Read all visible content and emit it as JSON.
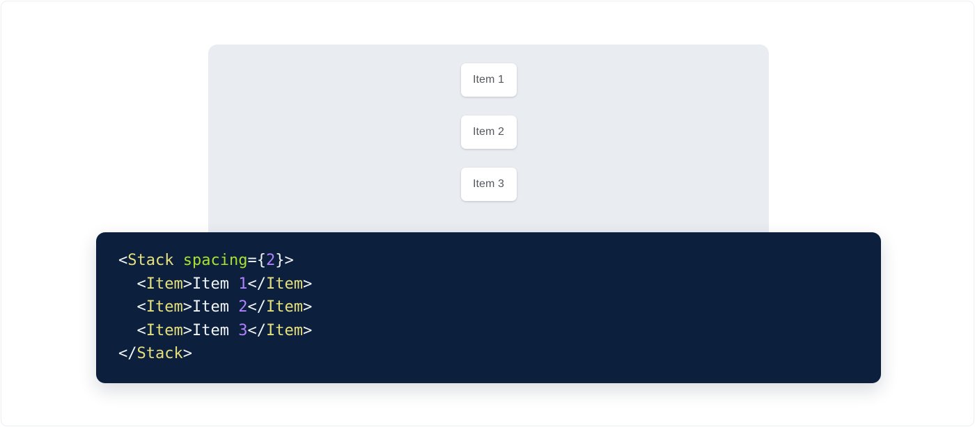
{
  "preview": {
    "panel_name": "stack-preview-panel",
    "background_color": "#e9ecf1",
    "items": [
      {
        "label": "Item 1"
      },
      {
        "label": "Item 2"
      },
      {
        "label": "Item 3"
      }
    ]
  },
  "code": {
    "language": "jsx",
    "background_color": "#0c1f3d",
    "colors": {
      "punctuation": "#f2f5f8",
      "tag": "#e6e07c",
      "attribute": "#a6e22e",
      "number": "#ae81ff",
      "text": "#f2f5f8"
    },
    "lines": [
      {
        "indent": "",
        "tokens": [
          {
            "t": "<",
            "k": "punct"
          },
          {
            "t": "Stack",
            "k": "tag"
          },
          {
            "t": " ",
            "k": "punct"
          },
          {
            "t": "spacing",
            "k": "attr"
          },
          {
            "t": "={",
            "k": "punct"
          },
          {
            "t": "2",
            "k": "num"
          },
          {
            "t": "}>",
            "k": "punct"
          }
        ]
      },
      {
        "indent": "  ",
        "tokens": [
          {
            "t": "<",
            "k": "punct"
          },
          {
            "t": "Item",
            "k": "tag"
          },
          {
            "t": ">",
            "k": "punct"
          },
          {
            "t": "Item ",
            "k": "text"
          },
          {
            "t": "1",
            "k": "num"
          },
          {
            "t": "</",
            "k": "punct"
          },
          {
            "t": "Item",
            "k": "tag"
          },
          {
            "t": ">",
            "k": "punct"
          }
        ]
      },
      {
        "indent": "  ",
        "tokens": [
          {
            "t": "<",
            "k": "punct"
          },
          {
            "t": "Item",
            "k": "tag"
          },
          {
            "t": ">",
            "k": "punct"
          },
          {
            "t": "Item ",
            "k": "text"
          },
          {
            "t": "2",
            "k": "num"
          },
          {
            "t": "</",
            "k": "punct"
          },
          {
            "t": "Item",
            "k": "tag"
          },
          {
            "t": ">",
            "k": "punct"
          }
        ]
      },
      {
        "indent": "  ",
        "tokens": [
          {
            "t": "<",
            "k": "punct"
          },
          {
            "t": "Item",
            "k": "tag"
          },
          {
            "t": ">",
            "k": "punct"
          },
          {
            "t": "Item ",
            "k": "text"
          },
          {
            "t": "3",
            "k": "num"
          },
          {
            "t": "</",
            "k": "punct"
          },
          {
            "t": "Item",
            "k": "tag"
          },
          {
            "t": ">",
            "k": "punct"
          }
        ]
      },
      {
        "indent": "",
        "tokens": [
          {
            "t": "</",
            "k": "punct"
          },
          {
            "t": "Stack",
            "k": "tag"
          },
          {
            "t": ">",
            "k": "punct"
          }
        ]
      }
    ]
  }
}
